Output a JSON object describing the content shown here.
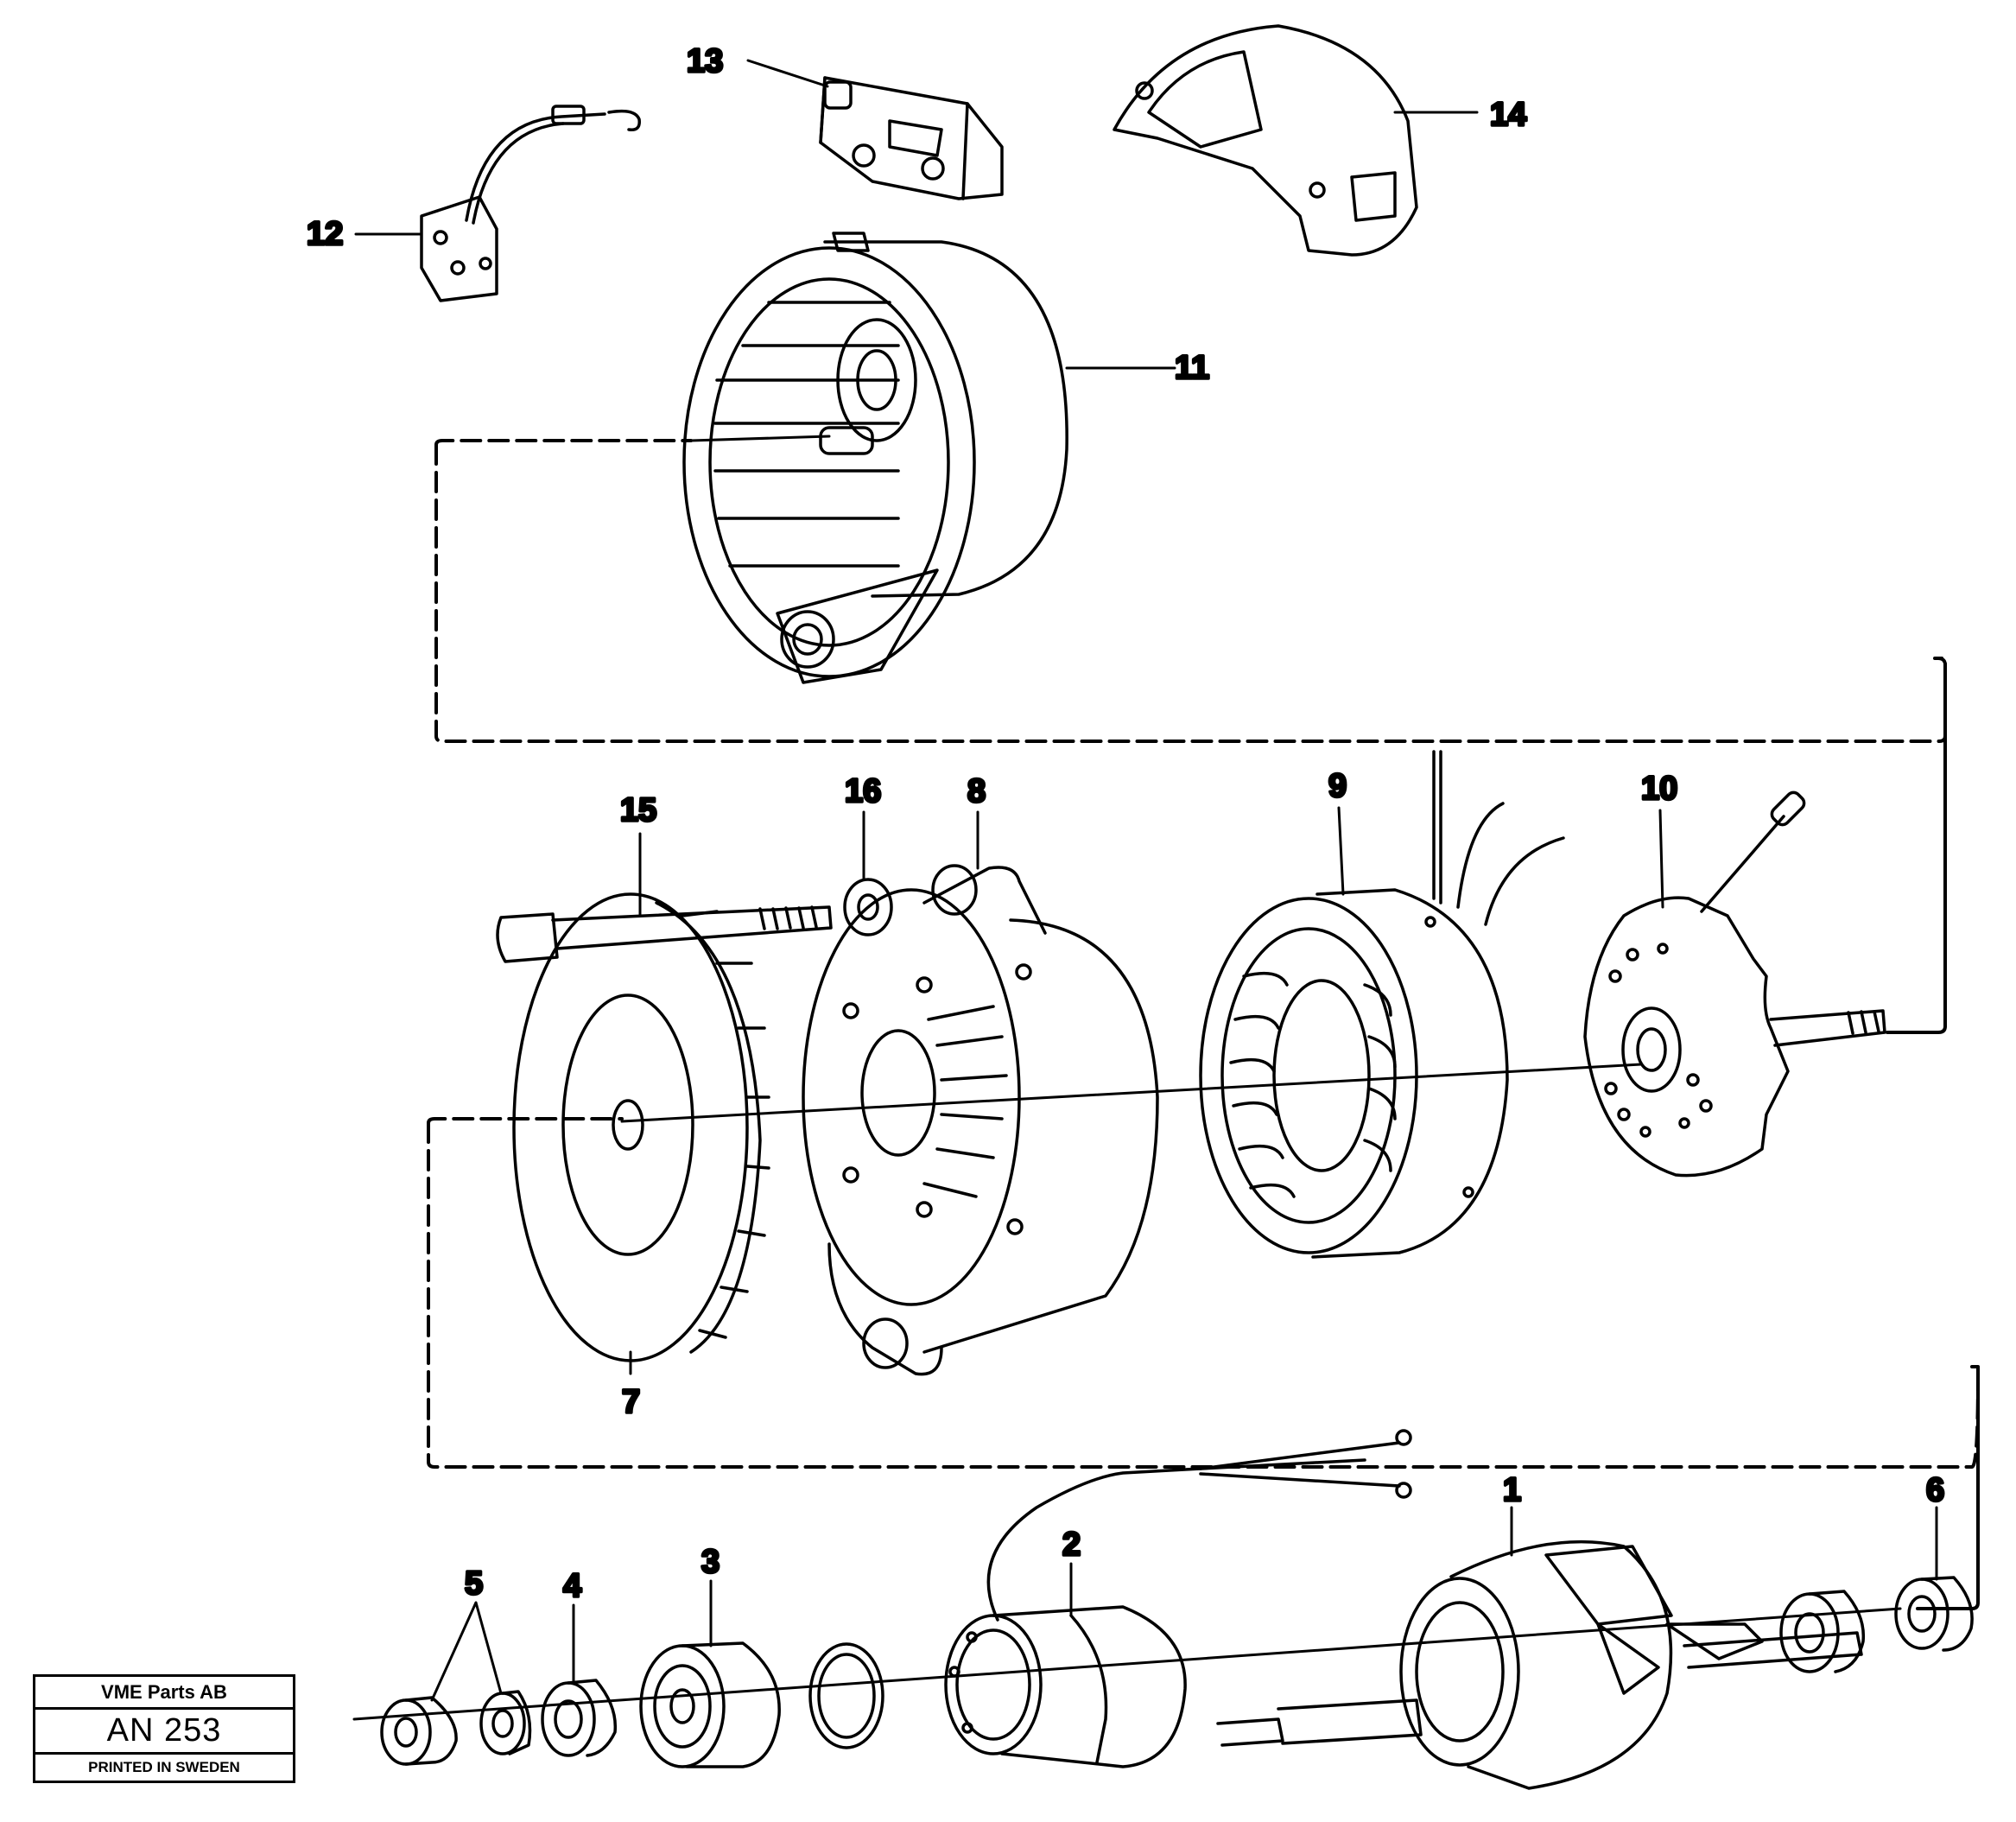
{
  "diagram": {
    "callouts": {
      "c1": "1",
      "c2": "2",
      "c3": "3",
      "c4": "4",
      "c5": "5",
      "c6": "6",
      "c7": "7",
      "c8": "8",
      "c9": "9",
      "c10": "10",
      "c11": "11",
      "c12": "12",
      "c13": "13",
      "c14": "14",
      "c15": "15",
      "c16": "16"
    }
  },
  "stamp": {
    "company": "VME Parts AB",
    "code": "AN 253",
    "printed": "PRINTED IN SWEDEN"
  }
}
